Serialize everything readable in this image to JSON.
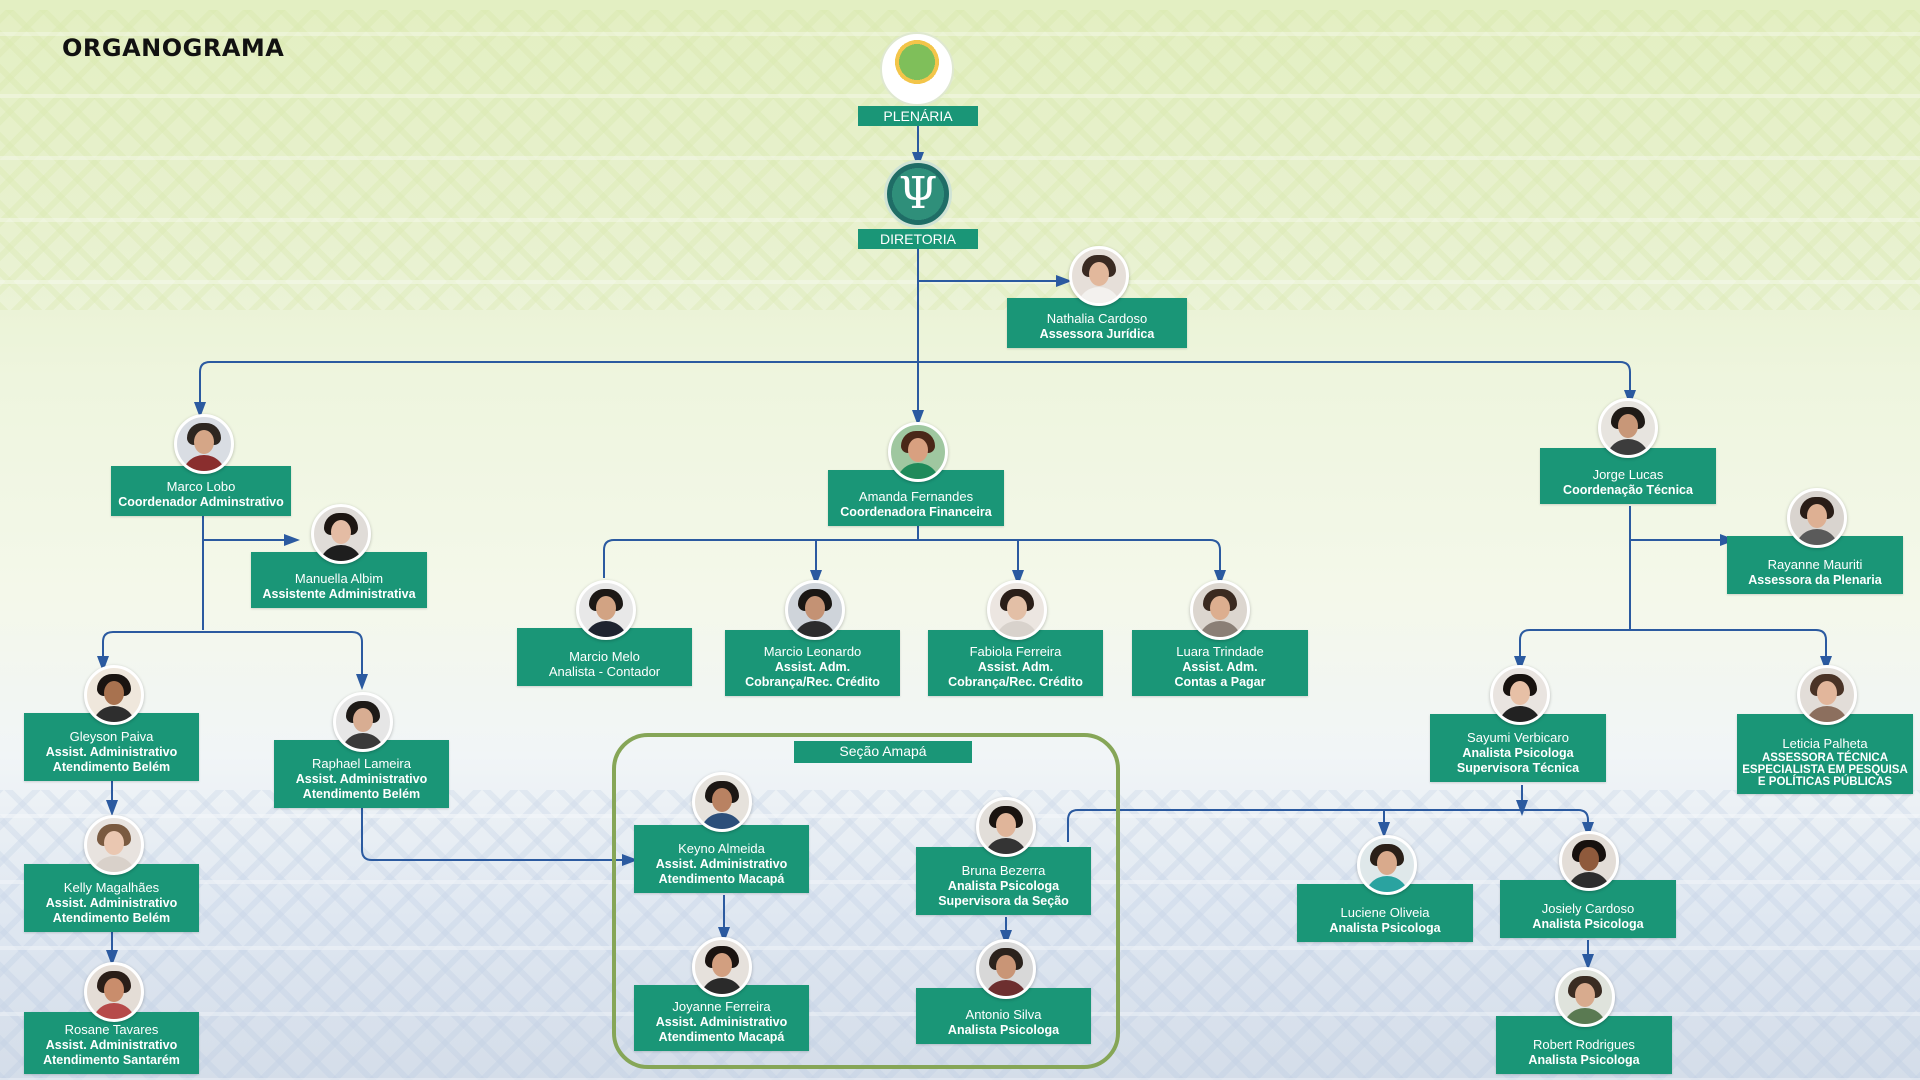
{
  "page": {
    "title": "ORGANOGRAMA"
  },
  "top": {
    "plenaria": "PLENÁRIA",
    "diretoria": "DIRETORIA",
    "section_label": "Seção Amapá"
  },
  "colors": {
    "card": "#1a9677",
    "line": "#2b5aa0",
    "section_border": "#86a657"
  },
  "people": {
    "nathalia": {
      "name": "Nathalia Cardoso",
      "role": "Assessora Jurídica"
    },
    "marco": {
      "name": "Marco Lobo",
      "role": "Coordenador Adminstrativo"
    },
    "amanda": {
      "name": "Amanda Fernandes",
      "role": "Coordenadora Financeira"
    },
    "jorge": {
      "name": "Jorge Lucas",
      "role": "Coordenação Técnica"
    },
    "manuella": {
      "name": "Manuella Albim",
      "role": "Assistente Administrativa"
    },
    "rayanne": {
      "name": "Rayanne Mauriti",
      "role": "Assessora da Plenaria"
    },
    "marcio_m": {
      "name": "Marcio Melo",
      "role": "Analista - Contador"
    },
    "marcio_l": {
      "name": "Marcio Leonardo",
      "role": "Assist. Adm.",
      "role2": "Cobrança/Rec. Crédito"
    },
    "fabiola": {
      "name": "Fabiola Ferreira",
      "role": "Assist. Adm.",
      "role2": "Cobrança/Rec. Crédito"
    },
    "luara": {
      "name": "Luara Trindade",
      "role": "Assist. Adm.",
      "role2": "Contas a Pagar"
    },
    "gleyson": {
      "name": "Gleyson Paiva",
      "role": "Assist. Administrativo",
      "role2": "Atendimento Belém"
    },
    "raphael": {
      "name": "Raphael Lameira",
      "role": "Assist. Administrativo",
      "role2": "Atendimento Belém"
    },
    "kelly": {
      "name": "Kelly Magalhães",
      "role": "Assist. Administrativo",
      "role2": "Atendimento Belém"
    },
    "rosane": {
      "name": "Rosane Tavares",
      "role": "Assist. Administrativo",
      "role2": "Atendimento Santarém"
    },
    "keyno": {
      "name": "Keyno Almeida",
      "role": "Assist. Administrativo",
      "role2": "Atendimento Macapá"
    },
    "joyanne": {
      "name": "Joyanne Ferreira",
      "role": "Assist. Administrativo",
      "role2": "Atendimento Macapá"
    },
    "bruna": {
      "name": "Bruna Bezerra",
      "role": "Analista Psicologa",
      "role2": "Supervisora da Seção"
    },
    "antonio": {
      "name": "Antonio Silva",
      "role": "Analista Psicologa"
    },
    "sayumi": {
      "name": "Sayumi Verbicaro",
      "role": "Analista Psicologa",
      "role2": "Supervisora Técnica"
    },
    "leticia": {
      "name": "Leticia Palheta",
      "role": "ASSESSORA TÉCNICA",
      "role2": "ESPECIALISTA EM PESQUISA",
      "role3": "E POLÍTICAS PÚBLICAS"
    },
    "luciene": {
      "name": "Luciene Oliveia",
      "role": "Analista Psicologa"
    },
    "josiely": {
      "name": "Josiely Cardoso",
      "role": "Analista Psicologa"
    },
    "robert": {
      "name": "Robert Rodrigues",
      "role": "Analista Psicologa"
    }
  }
}
